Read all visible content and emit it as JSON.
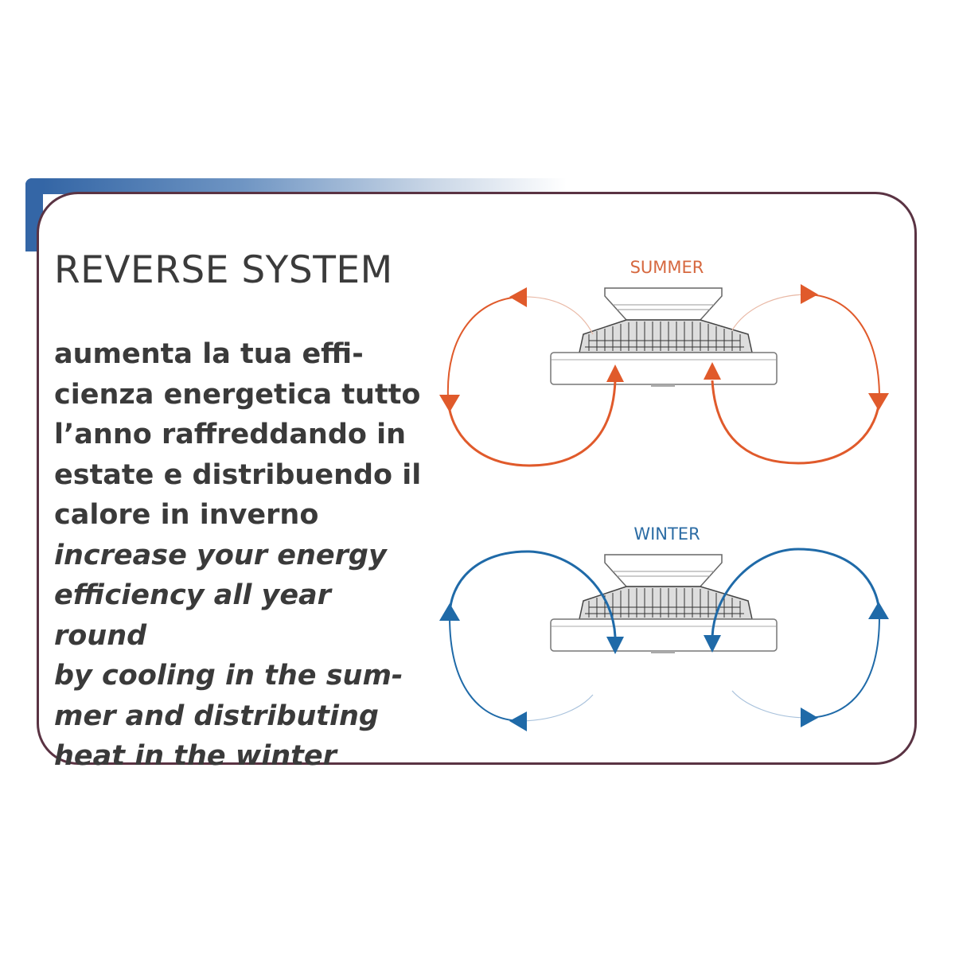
{
  "title": "REVERSE SYSTEM",
  "description_it": [
    "aumenta la tua effi-",
    "cienza energetica tutto",
    "l’anno raffreddando in",
    "estate e distribuendo il",
    "calore in inverno"
  ],
  "description_en": [
    "increase your energy",
    "efficiency all year round",
    "by cooling in the sum-",
    "mer and distributing",
    "heat in the winter"
  ],
  "modes": {
    "summer": "SUMMER",
    "winter": "WINTER"
  },
  "colors": {
    "summer": "#e05a2b",
    "winter": "#1f6aa8",
    "border": "#5a3343",
    "accent": "#3466a6"
  }
}
